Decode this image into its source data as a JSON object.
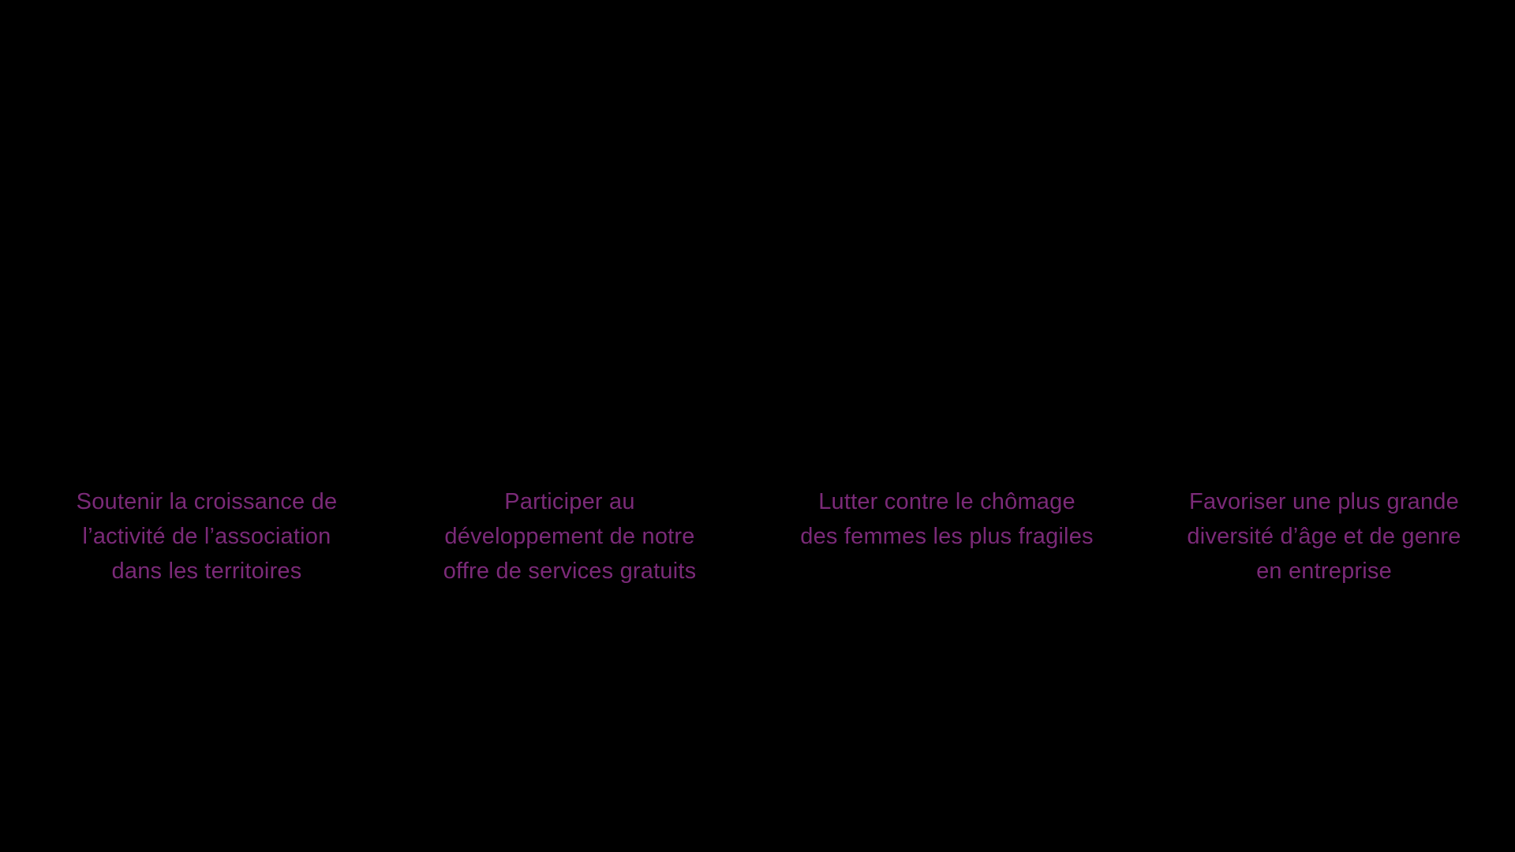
{
  "colors": {
    "background": "#000000",
    "text": "#7b2a78"
  },
  "goals": [
    {
      "lines": [
        "Soutenir la croissance de",
        "l’activité de l’association",
        "dans les territoires"
      ]
    },
    {
      "lines": [
        "Participer au",
        "développement de notre",
        "offre de services gratuits"
      ]
    },
    {
      "lines": [
        "Lutter contre le chômage",
        "des femmes les plus fragiles"
      ]
    },
    {
      "lines": [
        "Favoriser une plus grande",
        "diversité d’âge et de genre",
        "en entreprise"
      ]
    }
  ]
}
